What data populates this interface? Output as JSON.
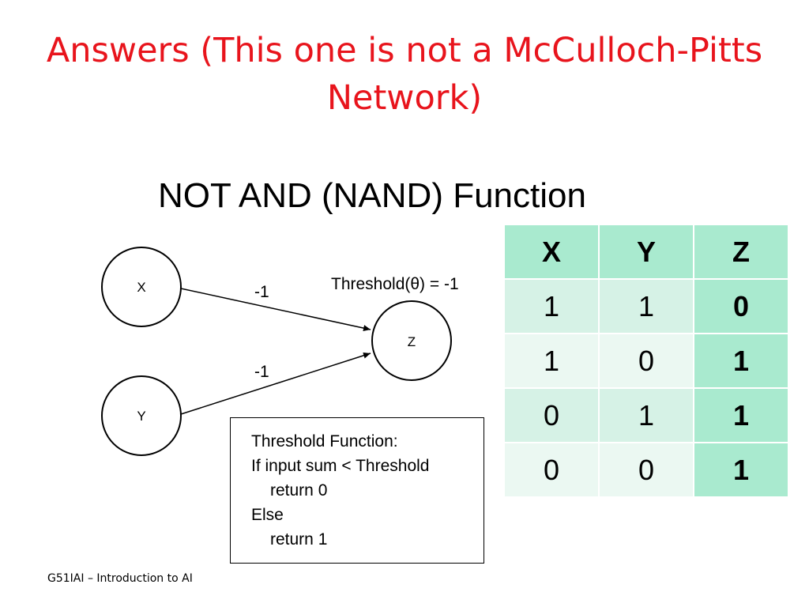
{
  "title": "Answers (This one is not a McCulloch-Pitts Network)",
  "subtitle": "NOT AND (NAND) Function",
  "network": {
    "nodes": {
      "x": "X",
      "y": "Y",
      "z": "Z"
    },
    "weights": {
      "x_to_z": "-1",
      "y_to_z": "-1"
    },
    "threshold_label": "Threshold(θ) = -1"
  },
  "threshold_function": {
    "line1": "Threshold Function:",
    "line2": "If input sum < Threshold",
    "line3": "return 0",
    "line4": "Else",
    "line5": "return 1"
  },
  "truth_table": {
    "headers": [
      "X",
      "Y",
      "Z"
    ],
    "rows": [
      [
        "1",
        "1",
        "0"
      ],
      [
        "1",
        "0",
        "1"
      ],
      [
        "0",
        "1",
        "1"
      ],
      [
        "0",
        "0",
        "1"
      ]
    ]
  },
  "footer": "G51IAI – Introduction to AI"
}
